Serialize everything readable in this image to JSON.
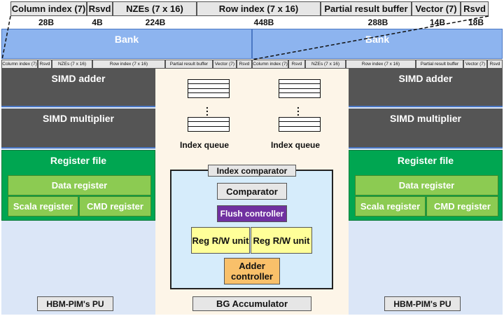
{
  "top_fields": [
    "Column index (7)",
    "Rsvd",
    "NZEs (7 x 16)",
    "Row index (7 x 16)",
    "Partial result buffer",
    "Vector (7)",
    "Rsvd"
  ],
  "top_sizes": [
    "28B",
    "4B",
    "224B",
    "448B",
    "288B",
    "14B",
    "18B"
  ],
  "bank_label": "Bank",
  "mini_fields": [
    "Column index (7)",
    "Rsvd",
    "NZEs (7 x 16)",
    "Row index (7 x 16)",
    "Partial result buffer",
    "Vector (7)",
    "Rsvd"
  ],
  "pu": {
    "simd_adder": "SIMD adder",
    "simd_multiplier": "SIMD multiplier",
    "register_file": "Register file",
    "data_register": "Data register",
    "scala_register": "Scala register",
    "cmd_register": "CMD register",
    "label": "HBM-PIM's PU"
  },
  "bg": {
    "index_queue": "Index queue",
    "index_comparator": "Index comparator",
    "comparator": "Comparator",
    "flush_controller": "Flush controller",
    "reg_rw_unit": "Reg R/W unit",
    "adder_controller": "Adder controller",
    "label": "BG Accumulator"
  },
  "colors": {
    "bank": "#8db4ef",
    "gray": "#555555",
    "green": "#00a651",
    "light_green": "#8ccb52",
    "pu_bg": "#dbe6f7",
    "accumulator_bg": "#fdf5e8",
    "comparator_bg": "#d6ecfb",
    "purple": "#7030a0",
    "yellow": "#ffff99",
    "orange": "#f9c06a"
  }
}
